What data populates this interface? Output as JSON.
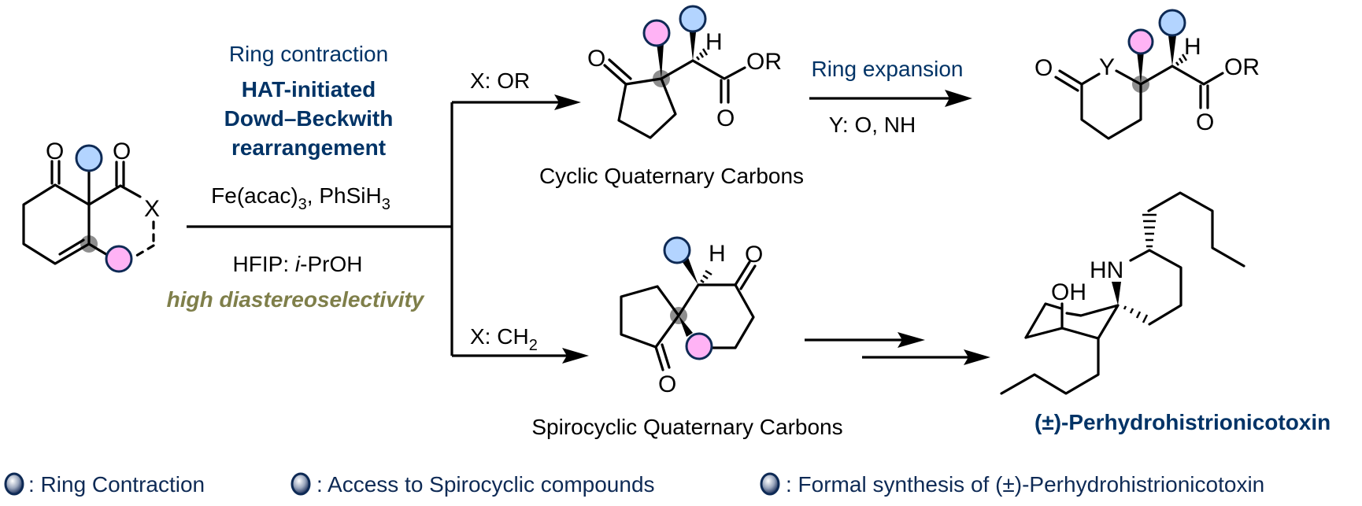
{
  "conditions": {
    "title": "Ring contraction",
    "method_line1": "HAT-initiated",
    "method_line2": "Dowd–Beckwith",
    "method_line3": "rearrangement",
    "reagents_main": "Fe(acac)",
    "reagents_sub1": "3",
    "reagents_mid": ", PhSiH",
    "reagents_sub2": "3",
    "solvent_prefix": "HFIP: ",
    "solvent_italic": "i",
    "solvent_suffix": "-PrOH",
    "selectivity": "high diastereoselectivity"
  },
  "branches": {
    "upper_label": "X: OR",
    "lower_label_main": "X: CH",
    "lower_label_sub": "2"
  },
  "ring_expansion": {
    "title": "Ring expansion",
    "condition": "Y: O, NH"
  },
  "captions": {
    "cyclic": "Cyclic Quaternary Carbons",
    "spirocyclic": "Spirocyclic Quaternary Carbons",
    "target": "(±)-Perhydrohistrionicotoxin"
  },
  "atoms": {
    "O": "O",
    "X": "X",
    "Y": "Y",
    "H": "H",
    "OR": "OR",
    "OH": "OH",
    "HN": "HN"
  },
  "legend": [
    {
      "icon": "sphere-icon",
      "text": ": Ring Contraction"
    },
    {
      "icon": "sphere-icon",
      "text": ": Access to Spirocyclic compounds"
    },
    {
      "icon": "sphere-icon",
      "text": ": Formal synthesis of (±)-Perhydrohistrionicotoxin"
    }
  ],
  "colors": {
    "title_blue": "#003366",
    "olive": "#7f7f4a",
    "blue_substituent": "#b3d4ff",
    "pink_substituent": "#ffb3f5",
    "quaternary_marker": "#7a7a7a"
  }
}
